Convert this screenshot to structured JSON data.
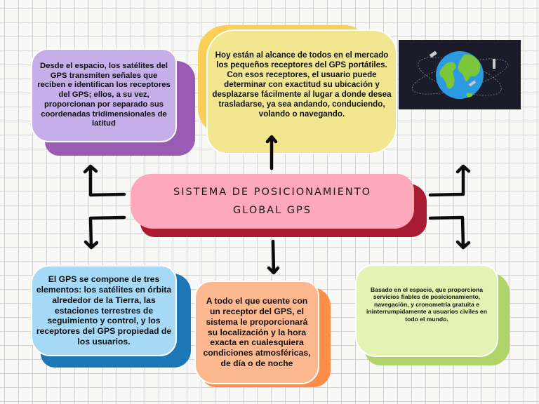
{
  "diagram": {
    "type": "mind-map",
    "center": {
      "title_line1": "SISTEMA DE POSICIONAMIENTO",
      "title_line2": "GLOBAL GPS",
      "color": "#fda8bb",
      "shadow_color": "#a91a33"
    },
    "nodes": {
      "purple": {
        "text": "Desde el espacio, los satélites del GPS transmiten señales que reciben e identifican los receptores del GPS; ellos, a su vez, proporcionan por separado sus coordenadas tridimensionales de latitud",
        "color": "#c5aeea",
        "shadow_color": "#9a5bb5"
      },
      "yellow": {
        "text": "Hoy están al alcance de todos en el mercado los pequeños receptores del GPS portátiles. Con esos receptores, el usuario puede determinar con exactitud su ubicación y desplazarse fácilmente al lugar a donde desea trasladarse, ya sea andando, conduciendo, volando o navegando.",
        "color": "#f3e690",
        "shadow_color": "#f9cf57"
      },
      "blue": {
        "text": "El GPS se compone de tres elementos: los satélites en órbita alrededor de la Tierra, las estaciones terrestres de seguimiento y control, y los receptores del GPS propiedad de los usuarios.",
        "color": "#a5d9f6",
        "shadow_color": "#1b77b6"
      },
      "orange": {
        "text": "A todo el que cuente con un receptor del GPS, el sistema le proporcionará su localización y la hora exacta en cualesquiera condiciones atmosféricas, de día o de noche",
        "color": "#feb890",
        "shadow_color": "#fd8e48"
      },
      "green": {
        "text": "Basado en el espacio, que proporciona servicios fiables de posicionamiento, navegación, y cronometría gratuita e ininterrumpidamente a usuarios civiles en todo el mundo.",
        "color": "#e3f3b3",
        "shadow_color": "#aed46a"
      }
    },
    "image": {
      "icon": "earth-with-satellites-icon",
      "background": "#1a1c29",
      "ocean_color": "#2a9be0",
      "land_color": "#7cc63a"
    },
    "arrows": [
      {
        "from": "center",
        "to": "purple",
        "icon": "elbow-arrow-up-icon"
      },
      {
        "from": "center",
        "to": "yellow",
        "icon": "arrow-up-icon"
      },
      {
        "from": "center",
        "to": "globe-image",
        "icon": "elbow-arrow-up-icon"
      },
      {
        "from": "center",
        "to": "blue",
        "icon": "elbow-arrow-down-icon"
      },
      {
        "from": "center",
        "to": "orange",
        "icon": "arrow-down-icon"
      },
      {
        "from": "center",
        "to": "green",
        "icon": "elbow-arrow-down-icon"
      }
    ]
  }
}
